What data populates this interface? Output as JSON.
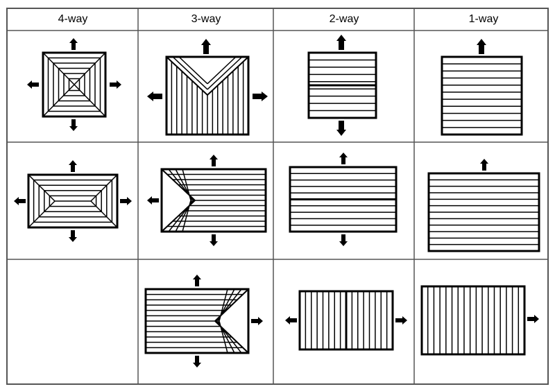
{
  "table": {
    "headers": [
      "4-way",
      "3-way",
      "2-way",
      "1-way"
    ],
    "rows": [
      [
        {
          "pattern": "square-concentric",
          "arrows": [
            "up",
            "down",
            "left",
            "right"
          ]
        },
        {
          "pattern": "square-hip-3way",
          "arrows": [
            "up",
            "left",
            "right"
          ]
        },
        {
          "pattern": "square-horizontal-split",
          "arrows": [
            "up",
            "down"
          ]
        },
        {
          "pattern": "square-horizontal",
          "arrows": [
            "up"
          ]
        }
      ],
      [
        {
          "pattern": "rect-concentric",
          "arrows": [
            "up",
            "down",
            "left",
            "right"
          ]
        },
        {
          "pattern": "rect-hip-left",
          "arrows": [
            "up",
            "down",
            "left"
          ]
        },
        {
          "pattern": "rect-horizontal-split",
          "arrows": [
            "up",
            "down"
          ]
        },
        {
          "pattern": "rect-horizontal",
          "arrows": [
            "up"
          ]
        }
      ],
      [
        {
          "pattern": "empty",
          "arrows": []
        },
        {
          "pattern": "rect-hip-right",
          "arrows": [
            "up",
            "down",
            "right"
          ]
        },
        {
          "pattern": "rect-vertical-split",
          "arrows": [
            "left",
            "right"
          ]
        },
        {
          "pattern": "rect-vertical",
          "arrows": [
            "right"
          ]
        }
      ]
    ]
  },
  "colors": {
    "line": "#000000",
    "grid": "#555555",
    "background": "#ffffff"
  }
}
